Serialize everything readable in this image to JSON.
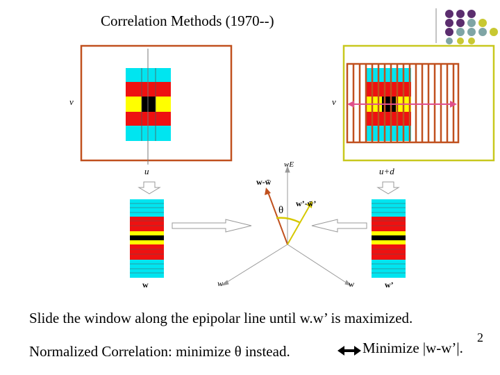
{
  "title": "Correlation Methods (1970--)",
  "labels": {
    "v_left": "v",
    "u_left": "u",
    "v_right": "v",
    "u_plus_d": "u+d",
    "w_E": "wE",
    "w_minus_wbar": "w-w̄",
    "wp_minus_wpbar": "w’-w̄’",
    "theta": "θ",
    "w_axis_left": "w",
    "w_axis_right": "w",
    "w_bottom": "w",
    "wp_bottom": "w’"
  },
  "slide_text": "Slide the window along the epipolar line until w.w’ is maximized.",
  "normalized_text": "Normalized Correlation: minimize  θ instead.",
  "minimize_text": "Minimize |w-w’|.",
  "superscript": "2",
  "colors": {
    "cyan": "#00e5f0",
    "red": "#ee1111",
    "yellow": "#ffff00",
    "black": "#000000",
    "frame_brown": "#c0501e",
    "frame_olive": "#c8c81e",
    "magenta": "#e0508c",
    "purple": "#5b2d6e",
    "teal_gray": "#7fa5a5",
    "olive": "#c8c832"
  }
}
